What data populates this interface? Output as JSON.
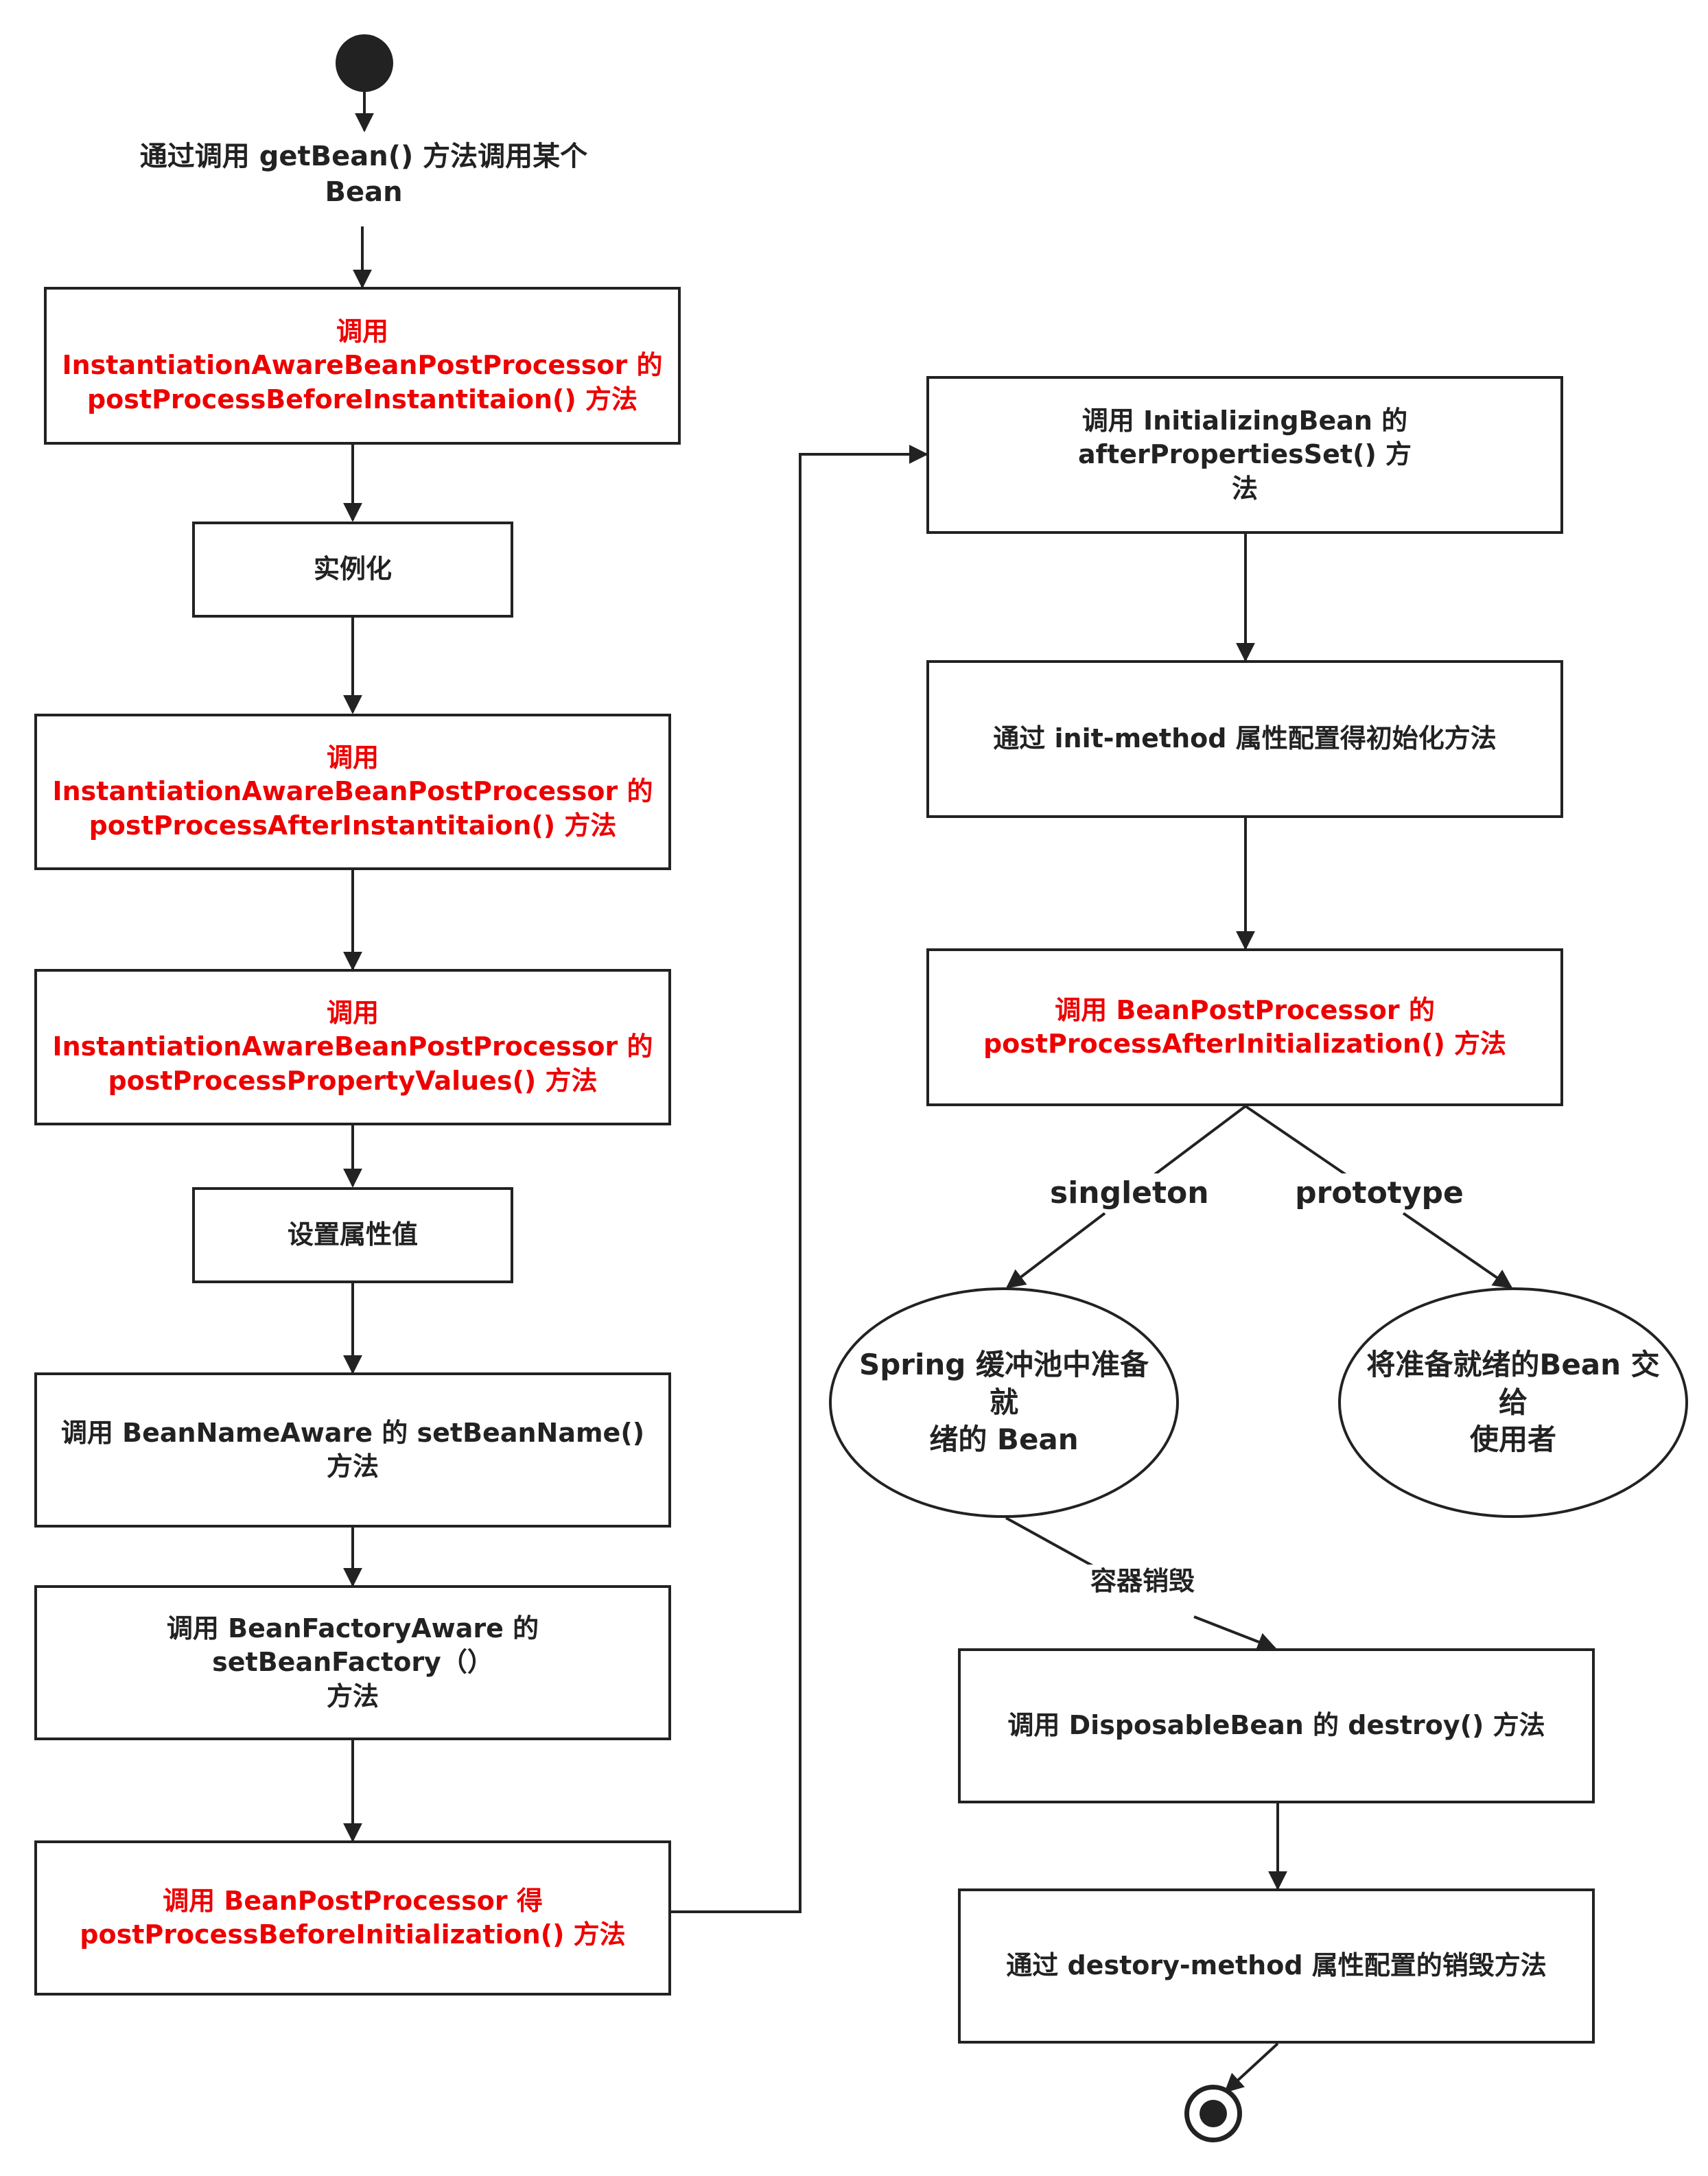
{
  "start_label": "通过调用 getBean() 方法调用某个\nBean",
  "nodes": {
    "before_instantiation": "调用 InstantiationAwareBeanPostProcessor 的\npostProcessBeforeInstantitaion() 方法",
    "instantiate": "实例化",
    "after_instantiation": "调用 InstantiationAwareBeanPostProcessor 的\npostProcessAfterInstantitaion() 方法",
    "property_values": "调用 InstantiationAwareBeanPostProcessor 的\npostProcessPropertyValues() 方法",
    "set_properties": "设置属性值",
    "bean_name_aware": "调用 BeanNameAware 的 setBeanName() 方法",
    "bean_factory_aware": "调用 BeanFactoryAware 的 setBeanFactory（）\n方法",
    "before_initialization": "调用 BeanPostProcessor 得\npostProcessBeforeInitialization() 方法",
    "initializing_bean": "调用 InitializingBean 的 afterPropertiesSet() 方\n法",
    "init_method": "通过 init-method 属性配置得初始化方法",
    "after_initialization": "调用 BeanPostProcessor 的\npostProcessAfterInitialization() 方法",
    "disposable_bean": "调用 DisposableBean 的 destroy() 方法",
    "destroy_method": "通过 destory-method 属性配置的销毁方法"
  },
  "ellipses": {
    "singleton_cache": "Spring 缓冲池中准备就\n绪的 Bean",
    "prototype_handover": "将准备就绪的Bean 交给\n使用者"
  },
  "edge_labels": {
    "singleton": "singleton",
    "prototype": "prototype",
    "container_destroy": "容器销毁"
  },
  "colors": {
    "line": "#222222",
    "highlight_text": "#ee0000",
    "normal_text": "#222222"
  }
}
